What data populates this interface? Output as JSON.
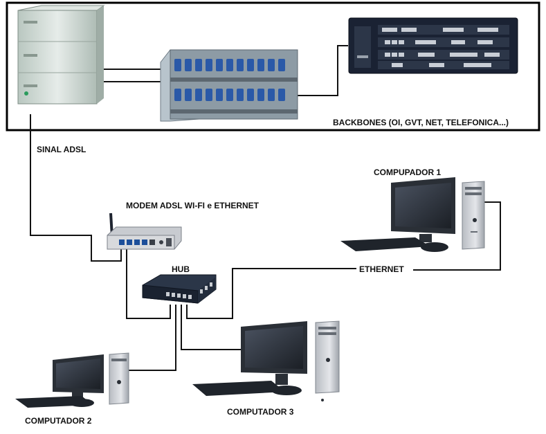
{
  "labels": {
    "backbones": "BACKBONES (OI, GVT, NET, TELEFONICA...)",
    "sinal": "SINAL ADSL",
    "modem": "MODEM ADSL WI-FI e ETHERNET",
    "hub": "HUB",
    "ethernet": "ETHERNET",
    "pc1": "COMPUPADOR 1",
    "pc2": "COMPUTADOR 2",
    "pc3": "COMPUTADOR 3"
  },
  "colors": {
    "line": "#111111",
    "frame": "#000000",
    "server_cabinet": "#cfd8d3",
    "patch_panel_ports": "#2a59a8",
    "router_chassis": "#1a2233",
    "modem_body": "#d8dadd",
    "hub_body": "#1e2a3a",
    "pc_case": "#d0d3d8",
    "pc_screen": "#2a2f36"
  }
}
